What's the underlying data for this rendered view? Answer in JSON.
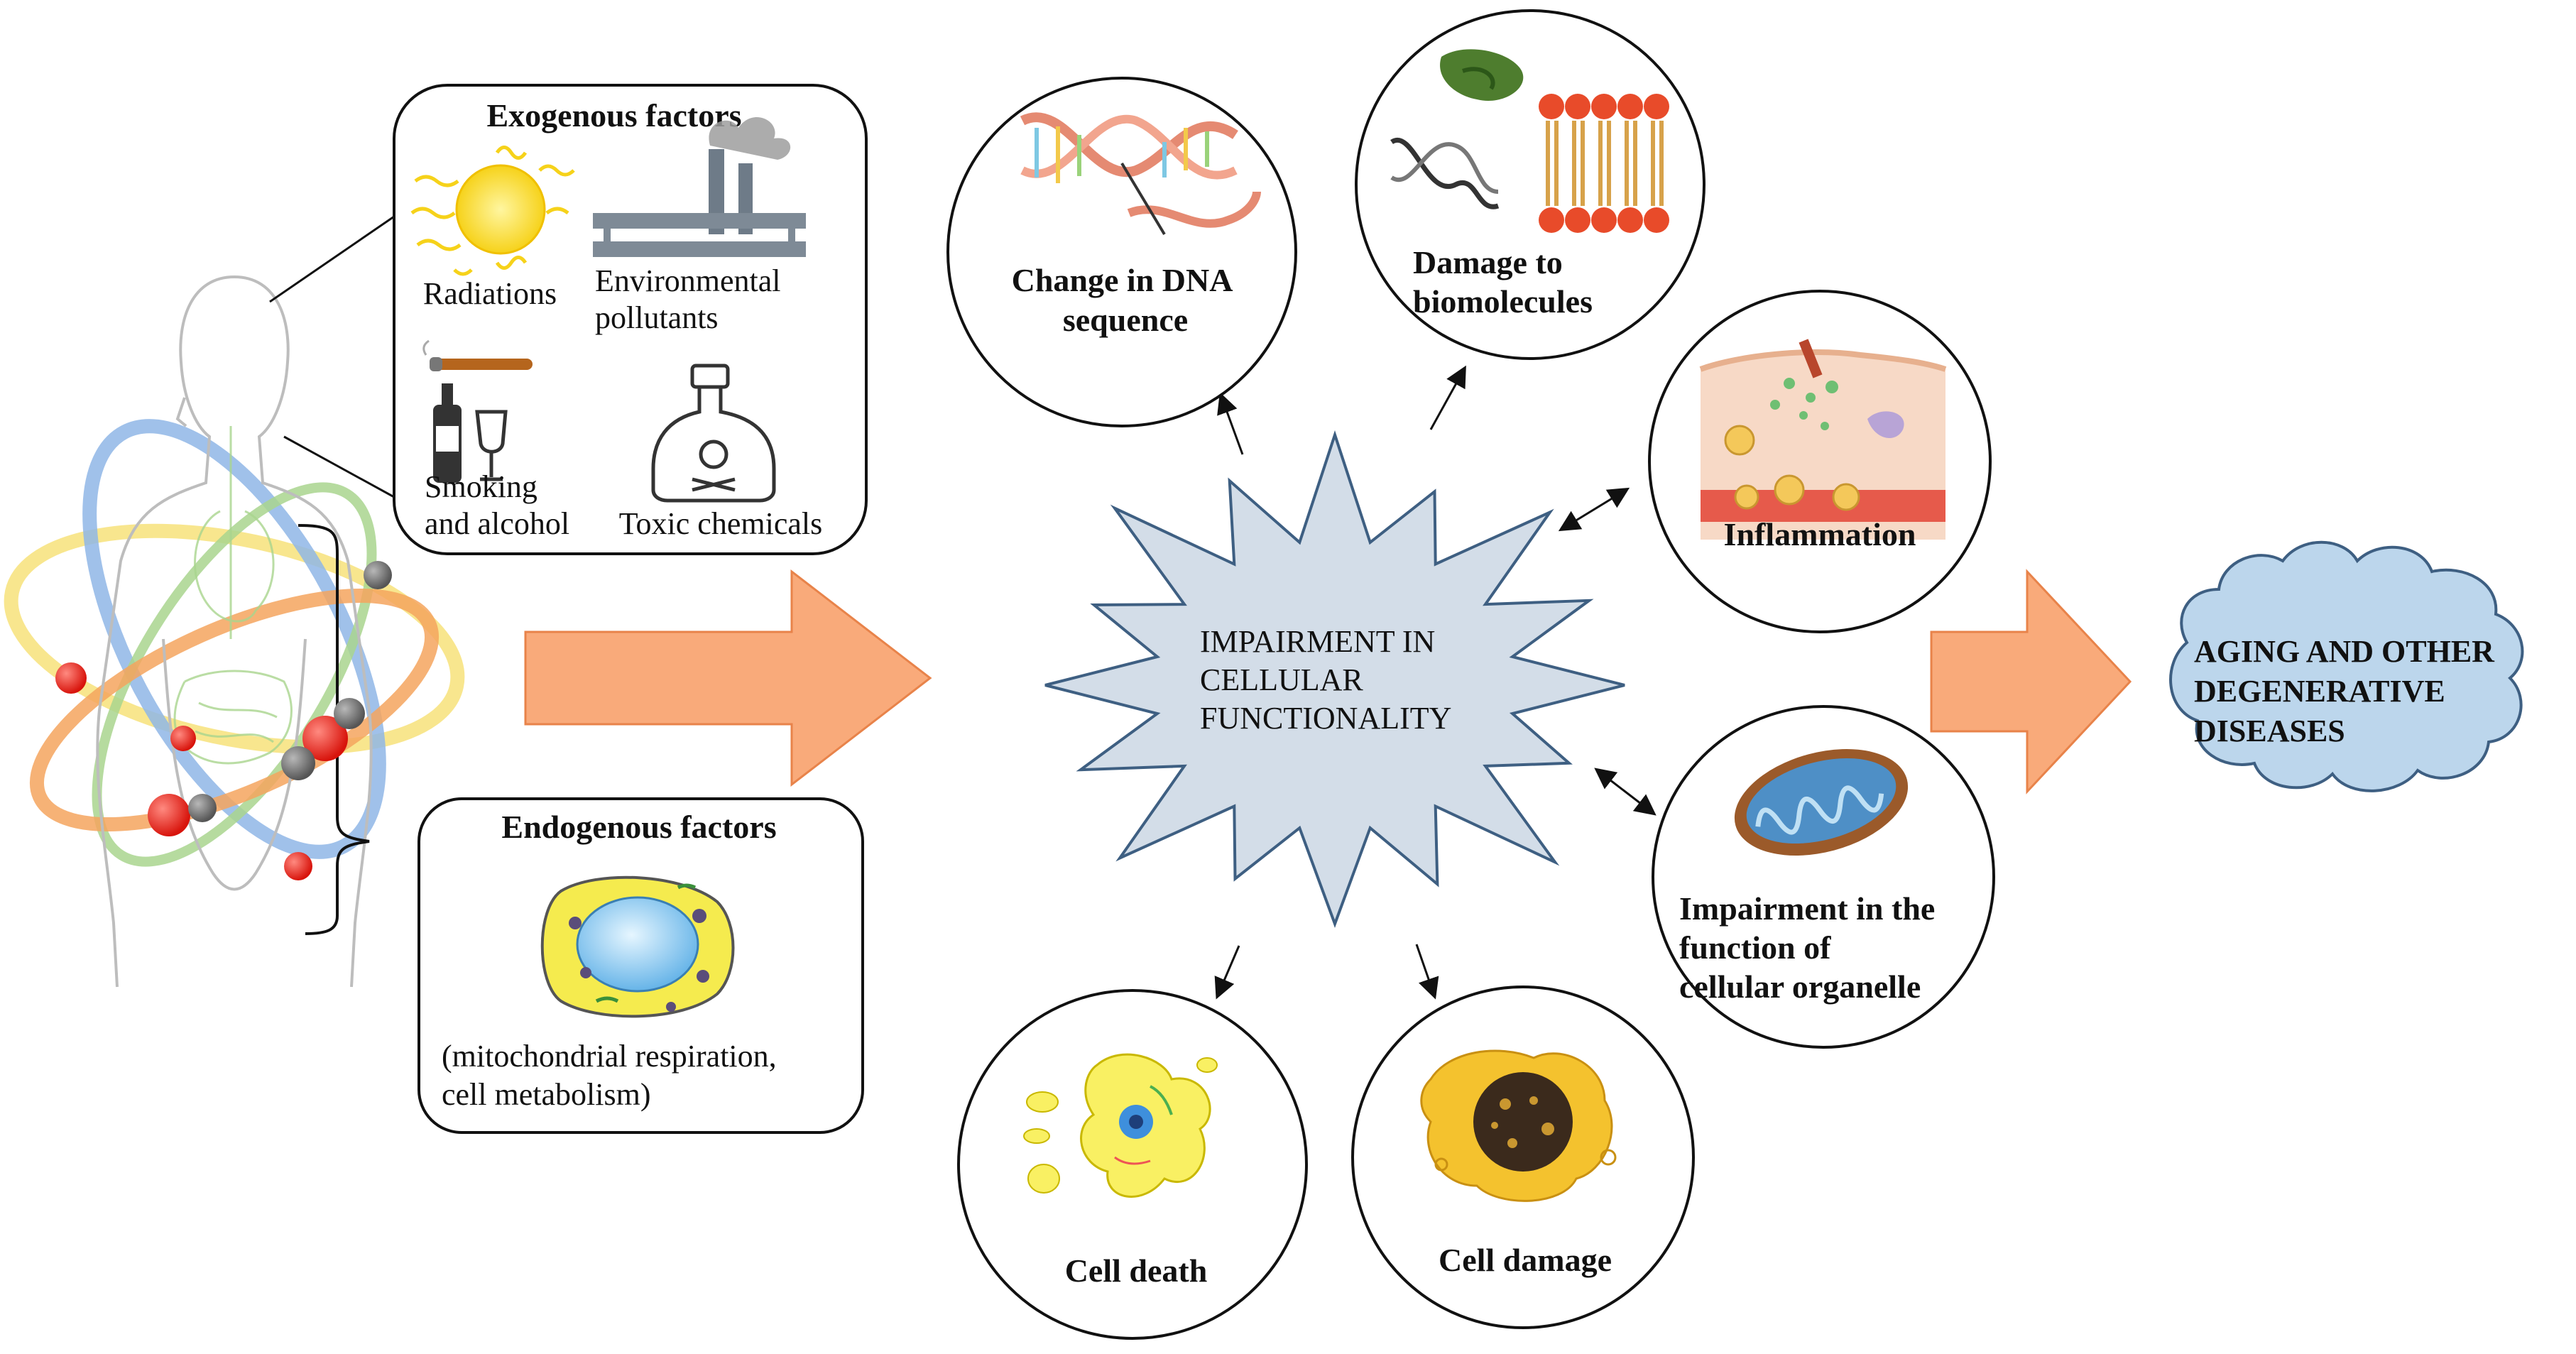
{
  "exogenous": {
    "title": "Exogenous factors",
    "radiations": "Radiations",
    "pollutants": [
      "Environmental",
      "pollutants"
    ],
    "smoking": [
      "Smoking",
      "and alcohol"
    ],
    "chemicals": "Toxic chemicals"
  },
  "endogenous": {
    "title": "Endogenous factors",
    "desc": [
      "(mitochondrial respiration,",
      "cell metabolism)"
    ]
  },
  "center": {
    "lines": [
      "IMPAIRMENT IN",
      "CELLULAR",
      "FUNCTIONALITY"
    ]
  },
  "effects": {
    "dna": [
      "Change in DNA",
      "sequence"
    ],
    "biomolecules": [
      "Damage to",
      "biomolecules"
    ],
    "inflammation": [
      "Inflammation"
    ],
    "organelle": [
      "Impairment in the",
      "function of",
      "cellular organelle"
    ],
    "cell_damage": [
      "Cell damage"
    ],
    "cell_death": [
      "Cell death"
    ]
  },
  "outcome": {
    "lines": [
      "AGING AND OTHER",
      "DEGENERATIVE",
      "DISEASES"
    ]
  },
  "colors": {
    "arrow": "#F9AA7A",
    "arrow_stroke": "#E8834A",
    "starburst": "#D3DDE8",
    "starburst_stroke": "#3E5F82",
    "cloud": "#BCD6EC",
    "cloud_stroke": "#3E5F82",
    "line": "#111111"
  }
}
